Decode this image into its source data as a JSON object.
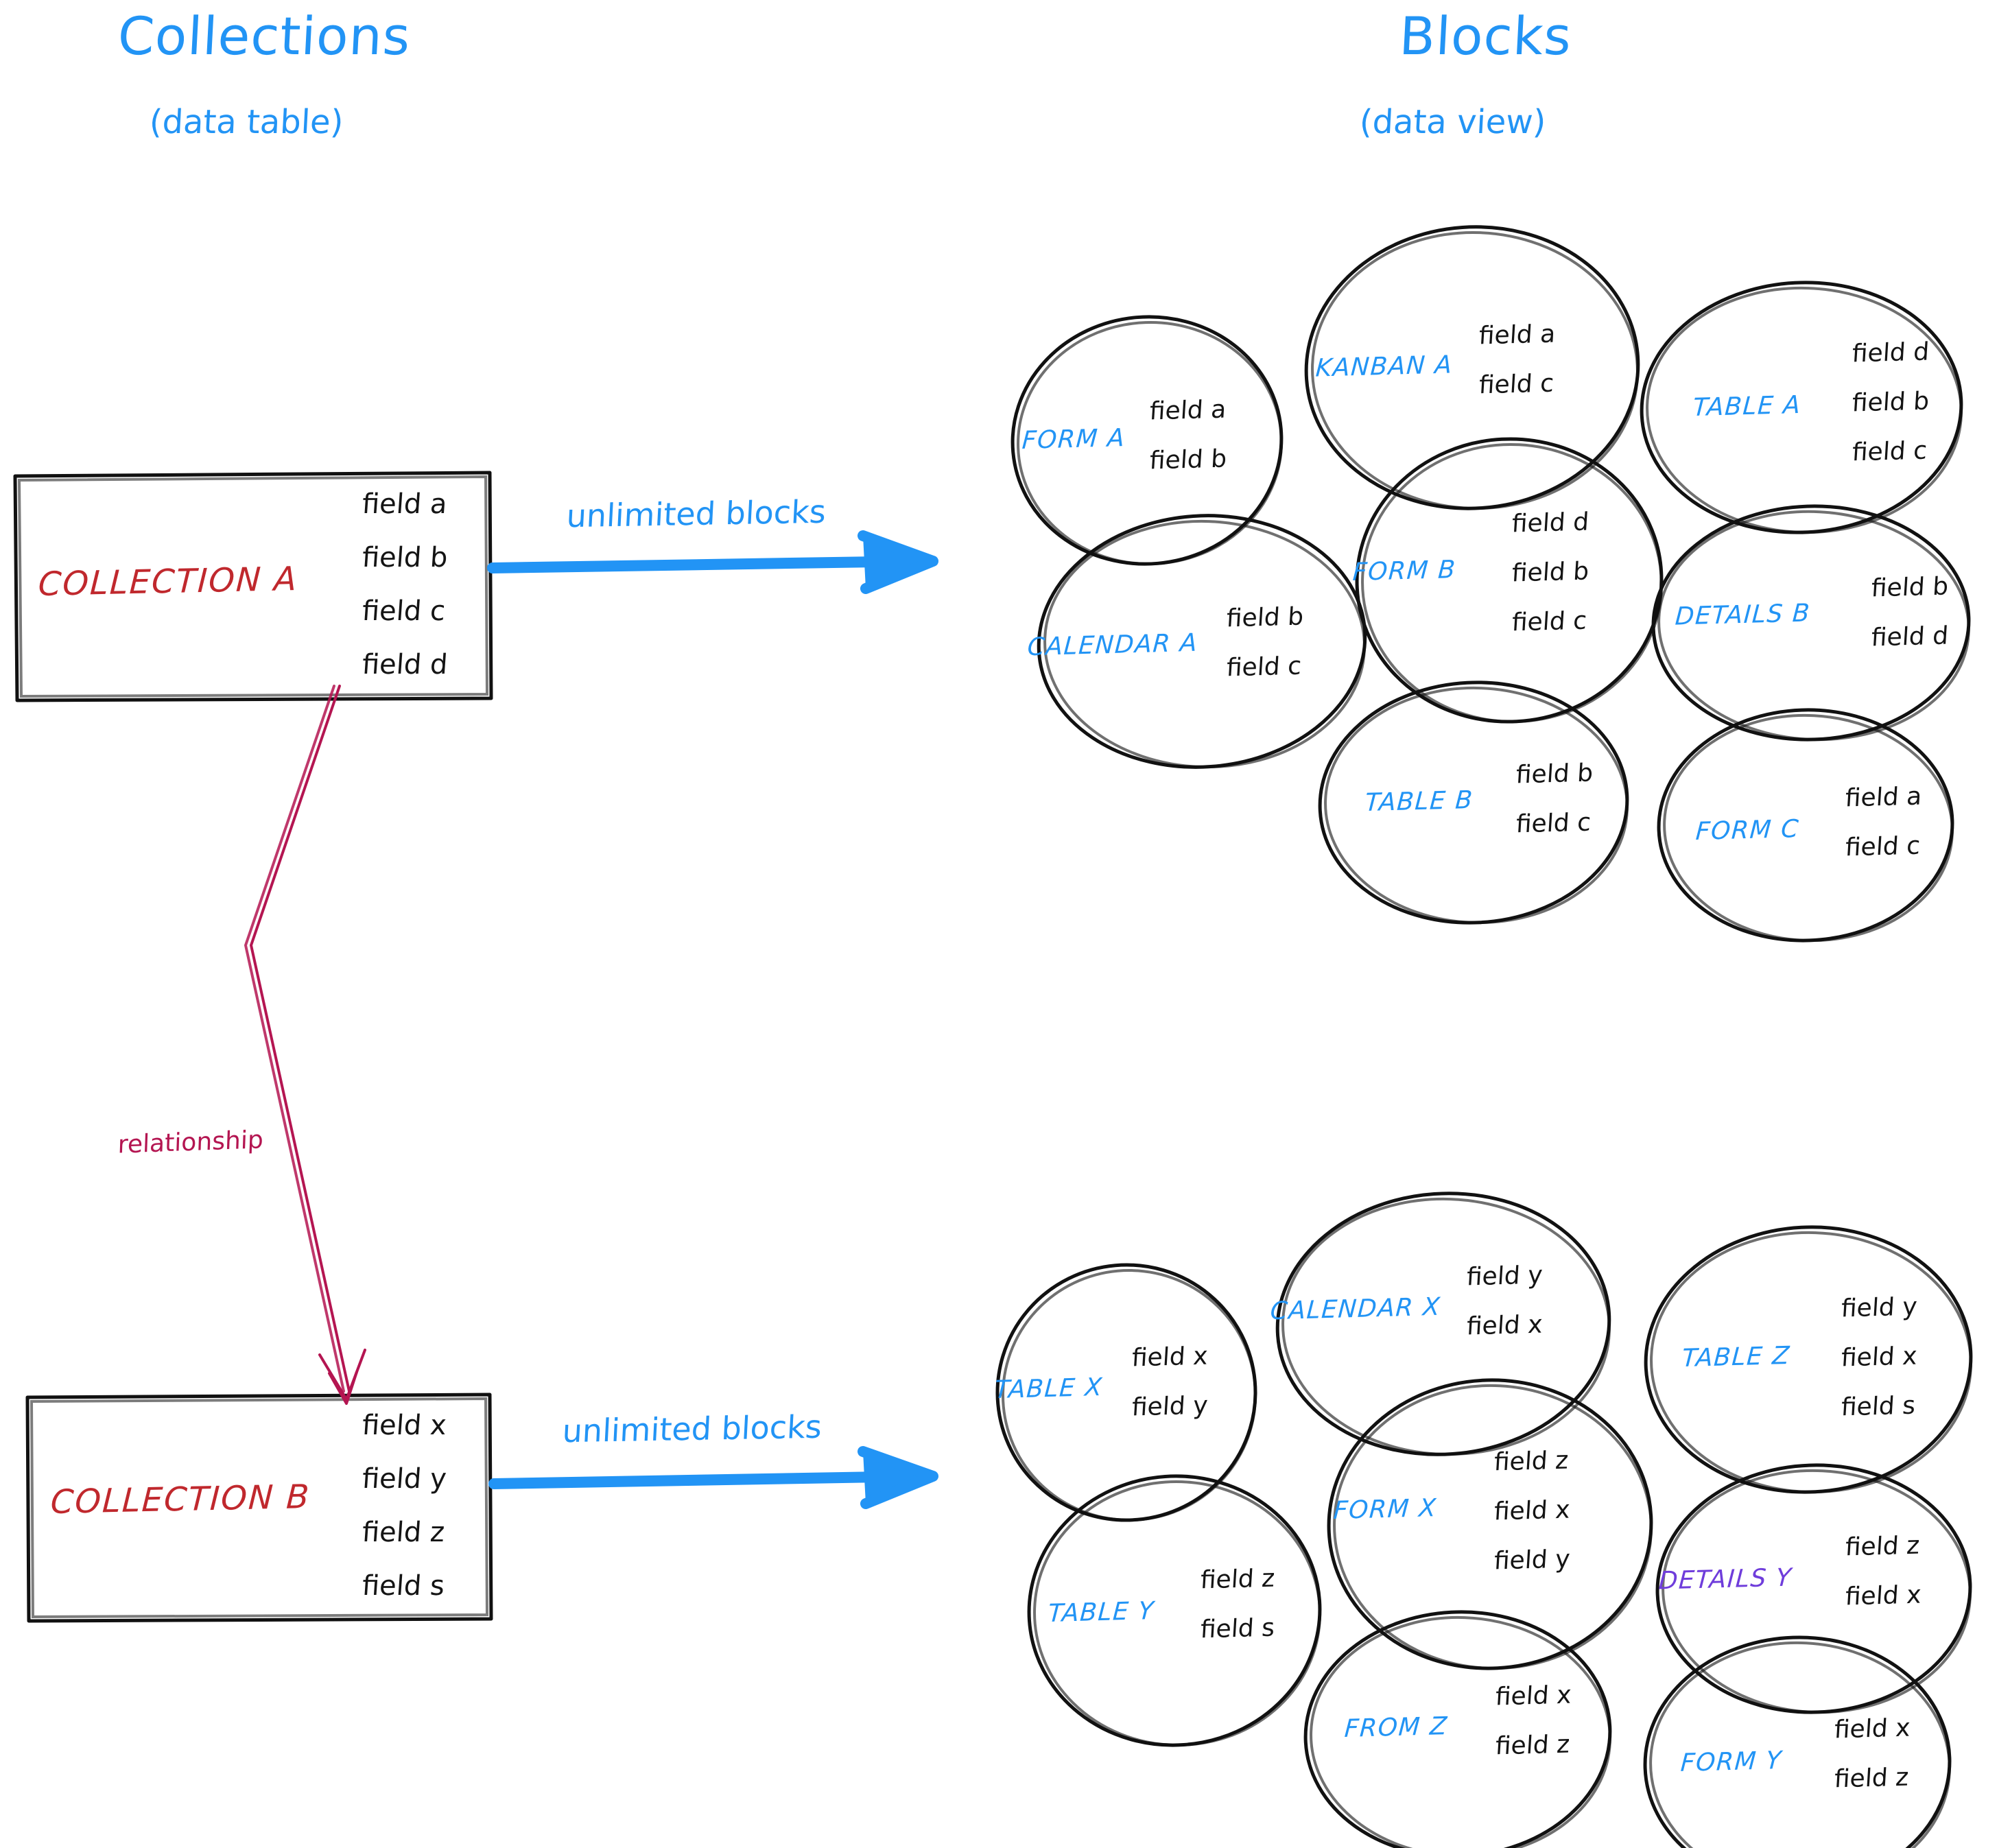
{
  "colors": {
    "accent_blue": "#2294f5",
    "collection_red": "#c0282d",
    "relationship_crimson": "#b41551",
    "details_purple": "#6f3ddb",
    "ink_black": "#141414",
    "canvas": "#ffffff"
  },
  "headings": {
    "left": {
      "title": "Collections",
      "subtitle": "(data table)"
    },
    "right": {
      "title": "Blocks",
      "subtitle": "(data view)"
    }
  },
  "collections": [
    {
      "name": "COLLECTION A",
      "fields": [
        "field a",
        "field b",
        "field c",
        "field d"
      ],
      "arrow_label": "unlimited blocks"
    },
    {
      "name": "COLLECTION B",
      "fields": [
        "field x",
        "field y",
        "field z",
        "field s"
      ],
      "arrow_label": "unlimited blocks"
    }
  ],
  "relationship": {
    "label": "relationship",
    "from": "COLLECTION A",
    "to": "COLLECTION B"
  },
  "block_groups": [
    {
      "source": "COLLECTION A",
      "blocks": [
        {
          "name": "FORM A",
          "fields": [
            "field a",
            "field b"
          ],
          "color": "blue"
        },
        {
          "name": "KANBAN A",
          "fields": [
            "field a",
            "field c"
          ],
          "color": "blue"
        },
        {
          "name": "TABLE A",
          "fields": [
            "field d",
            "field b",
            "field c"
          ],
          "color": "blue"
        },
        {
          "name": "CALENDAR A",
          "fields": [
            "field b",
            "field c"
          ],
          "color": "blue"
        },
        {
          "name": "FORM B",
          "fields": [
            "field d",
            "field b",
            "field c"
          ],
          "color": "blue"
        },
        {
          "name": "DETAILS B",
          "fields": [
            "field b",
            "field d"
          ],
          "color": "blue"
        },
        {
          "name": "TABLE B",
          "fields": [
            "field b",
            "field c"
          ],
          "color": "blue"
        },
        {
          "name": "FORM C",
          "fields": [
            "field a",
            "field c"
          ],
          "color": "blue"
        }
      ]
    },
    {
      "source": "COLLECTION B",
      "blocks": [
        {
          "name": "TABLE X",
          "fields": [
            "field x",
            "field y"
          ],
          "color": "blue"
        },
        {
          "name": "CALENDAR X",
          "fields": [
            "field y",
            "field x"
          ],
          "color": "blue"
        },
        {
          "name": "TABLE Z",
          "fields": [
            "field y",
            "field x",
            "field s"
          ],
          "color": "blue"
        },
        {
          "name": "TABLE Y",
          "fields": [
            "field z",
            "field s"
          ],
          "color": "blue"
        },
        {
          "name": "FORM X",
          "fields": [
            "field z",
            "field x",
            "field y"
          ],
          "color": "blue"
        },
        {
          "name": "DETAILS Y",
          "fields": [
            "field z",
            "field x"
          ],
          "color": "purple"
        },
        {
          "name": "FROM Z",
          "fields": [
            "field x",
            "field z"
          ],
          "color": "blue"
        },
        {
          "name": "FORM Y",
          "fields": [
            "field x",
            "field z"
          ],
          "color": "blue"
        }
      ]
    }
  ]
}
